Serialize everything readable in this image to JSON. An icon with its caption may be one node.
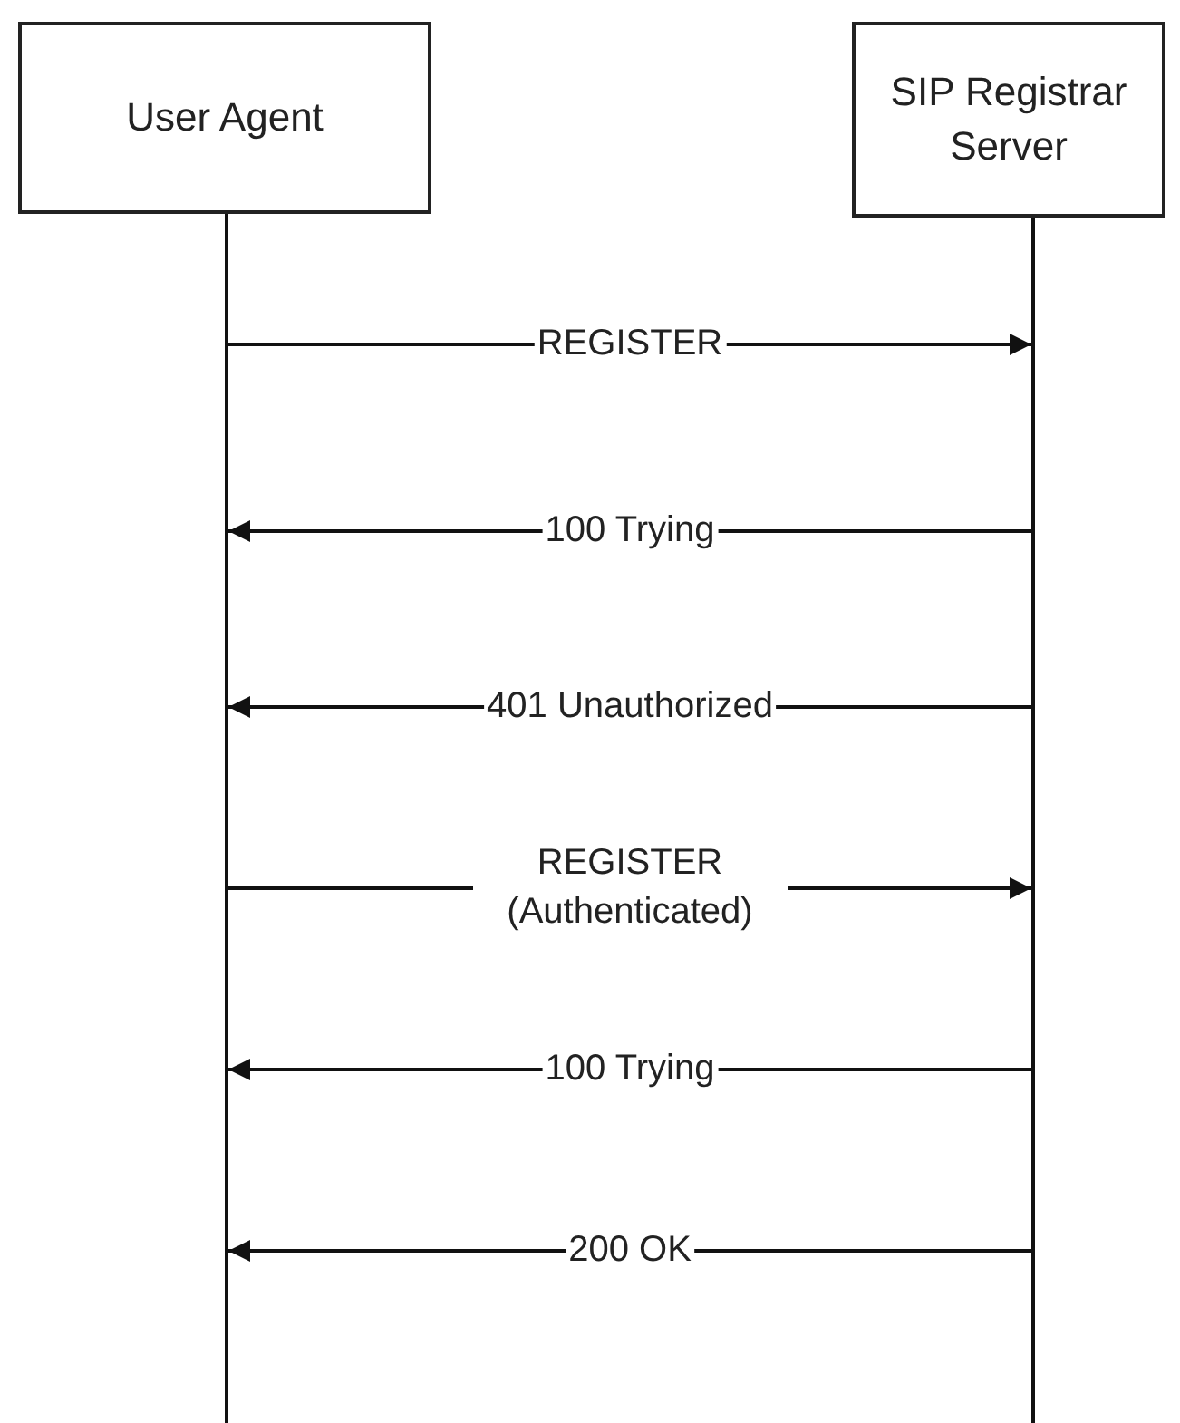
{
  "diagram": {
    "nodes": [
      {
        "text": [
          "User Agent"
        ]
      },
      {
        "text": [
          "SIP Registrar Server"
        ]
      }
    ],
    "edges": [
      {
        "from": 0,
        "to": 1,
        "arrow": "to",
        "label": "REGISTER"
      },
      {
        "from": 1,
        "to": 0,
        "arrow": "to",
        "label": "100 Trying"
      },
      {
        "from": 1,
        "to": 0,
        "arrow": "to",
        "label": "401 Unauthorized"
      },
      {
        "from": 0,
        "to": 1,
        "arrow": "to",
        "label": "REGISTER (Authenticated)"
      },
      {
        "from": 1,
        "to": 0,
        "arrow": "to",
        "label": "100 Trying"
      },
      {
        "from": 1,
        "to": 0,
        "arrow": "to",
        "label": "200 OK"
      }
    ]
  }
}
